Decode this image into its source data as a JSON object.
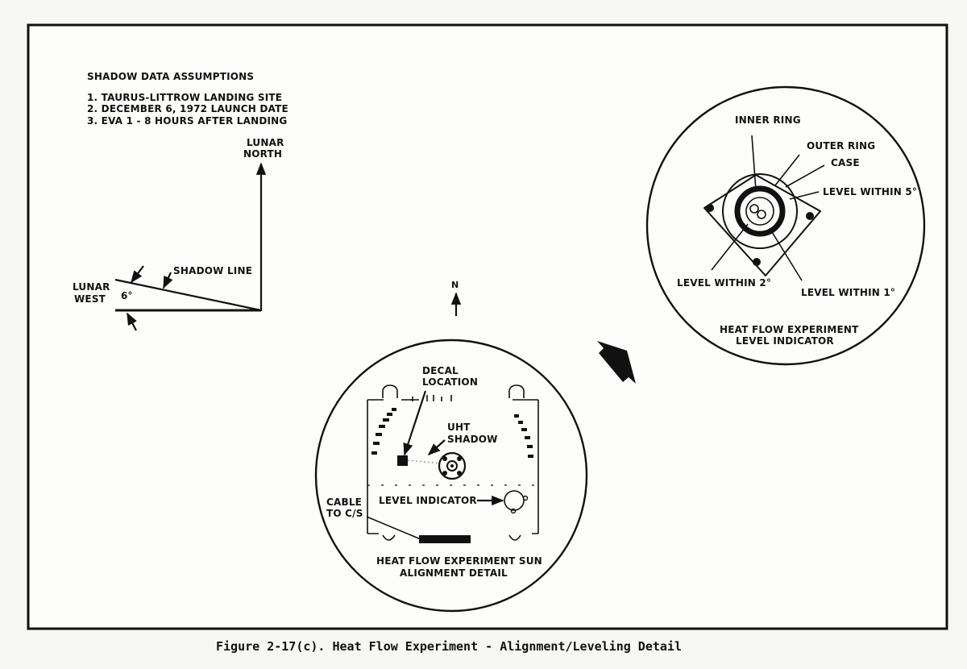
{
  "assumptions": {
    "title": "SHADOW DATA ASSUMPTIONS",
    "items": [
      "1. TAURUS-LITTROW LANDING SITE",
      "2. DECEMBER 6, 1972 LAUNCH DATE",
      "3. EVA 1 - 8 HOURS AFTER LANDING"
    ]
  },
  "compass": {
    "north_label_1": "LUNAR",
    "north_label_2": "NORTH",
    "west_label_1": "LUNAR",
    "west_label_2": "WEST",
    "shadow_line_label": "SHADOW LINE",
    "angle_label": "6°",
    "angle_degrees": 6
  },
  "sun_alignment": {
    "north_marker": "N",
    "decal_label_1": "DECAL",
    "decal_label_2": "LOCATION",
    "uht_label_1": "UHT",
    "uht_label_2": "SHADOW",
    "level_indicator_label": "LEVEL INDICATOR",
    "cable_label_1": "CABLE",
    "cable_label_2": "TO C/S",
    "title_1": "HEAT FLOW EXPERIMENT SUN",
    "title_2": "ALIGNMENT DETAIL"
  },
  "level_indicator": {
    "inner_ring": "INNER RING",
    "outer_ring": "OUTER RING",
    "case": "CASE",
    "level_5": "LEVEL WITHIN 5°",
    "level_2": "LEVEL WITHIN 2°",
    "level_1": "LEVEL WITHIN 1°",
    "title_1": "HEAT FLOW EXPERIMENT",
    "title_2": "LEVEL INDICATOR"
  },
  "caption": "Figure 2-17(c).  Heat Flow Experiment - Alignment/Leveling Detail"
}
